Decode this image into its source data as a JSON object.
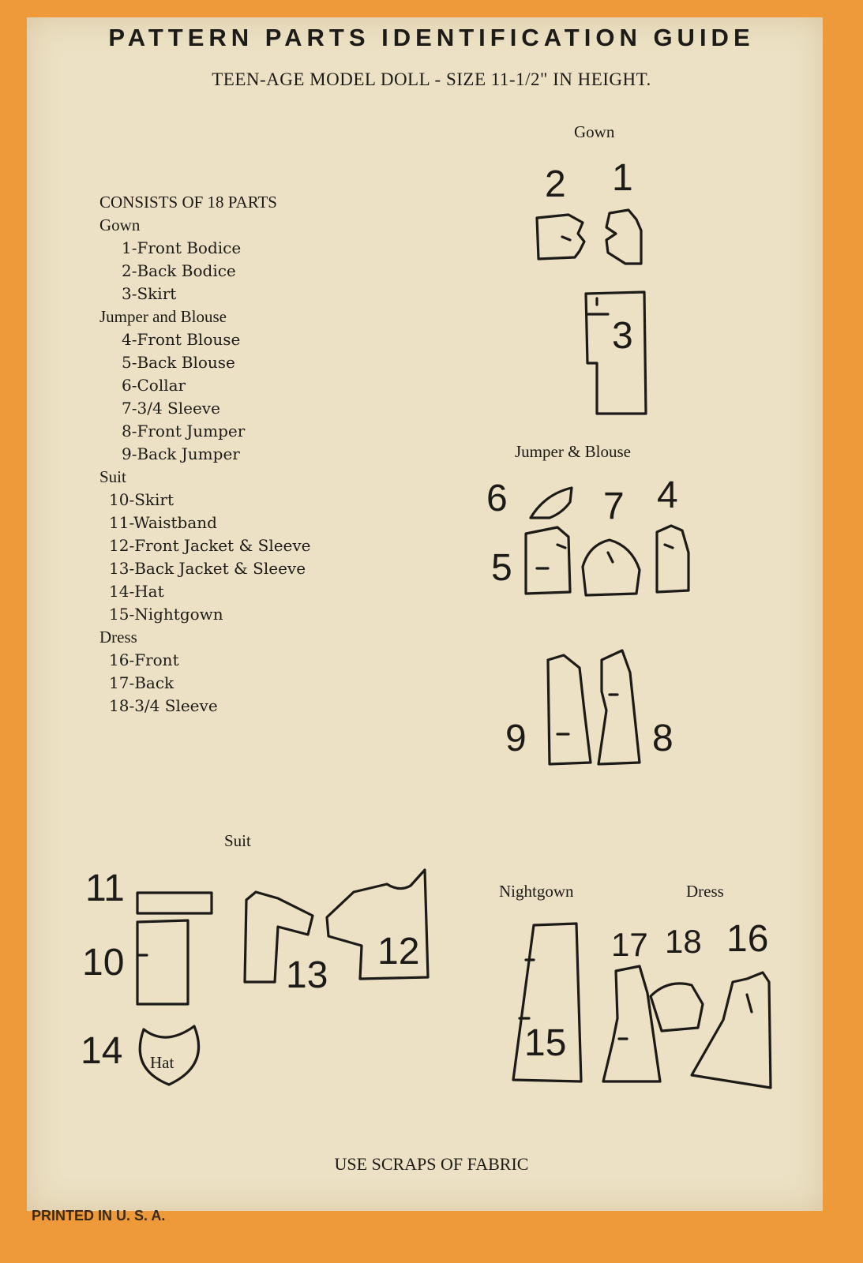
{
  "title": "PATTERN PARTS IDENTIFICATION GUIDE",
  "subtitle": "TEEN-AGE MODEL DOLL - SIZE 11-1/2\" IN HEIGHT.",
  "parts_list": {
    "heading": "CONSISTS OF 18 PARTS",
    "gown": {
      "label": "Gown",
      "items": [
        "1-Front Bodice",
        "2-Back Bodice",
        "3-Skirt"
      ]
    },
    "jumper": {
      "label": "Jumper and Blouse",
      "items": [
        "4-Front Blouse",
        "5-Back Blouse",
        "6-Collar",
        "7-3/4 Sleeve",
        "8-Front Jumper",
        "9-Back Jumper"
      ]
    },
    "suit": {
      "label": "Suit",
      "items": [
        "10-Skirt",
        "11-Waistband",
        "12-Front Jacket & Sleeve",
        "13-Back Jacket & Sleeve",
        "14-Hat",
        "15-Nightgown"
      ]
    },
    "dress": {
      "label": "Dress",
      "items": [
        "16-Front",
        "17-Back",
        "18-3/4 Sleeve"
      ]
    }
  },
  "diagram": {
    "gown_label": "Gown",
    "jumper_label": "Jumper & Blouse",
    "suit_label": "Suit",
    "nightgown_label": "Nightgown",
    "dress_label": "Dress",
    "hat_label": "Hat",
    "numbers": [
      "1",
      "2",
      "3",
      "4",
      "5",
      "6",
      "7",
      "8",
      "9",
      "10",
      "11",
      "12",
      "13",
      "14",
      "15",
      "16",
      "17",
      "18"
    ]
  },
  "footer": "USE SCRAPS OF FABRIC",
  "printed": "PRINTED IN U. S. A."
}
